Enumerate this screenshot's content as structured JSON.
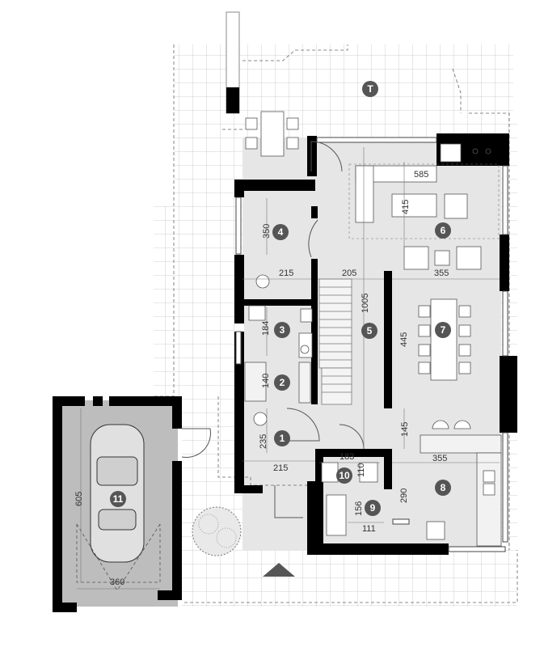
{
  "rooms": [
    {
      "id": "1",
      "label": "1"
    },
    {
      "id": "2",
      "label": "2"
    },
    {
      "id": "3",
      "label": "3"
    },
    {
      "id": "4",
      "label": "4"
    },
    {
      "id": "5",
      "label": "5"
    },
    {
      "id": "6",
      "label": "6"
    },
    {
      "id": "7",
      "label": "7"
    },
    {
      "id": "8",
      "label": "8"
    },
    {
      "id": "9",
      "label": "9"
    },
    {
      "id": "10",
      "label": "10"
    },
    {
      "id": "11",
      "label": "11"
    },
    {
      "id": "T",
      "label": "T"
    }
  ],
  "dimensions": {
    "d585": "585",
    "d415": "415",
    "d350": "350",
    "d215_top": "215",
    "d205": "205",
    "d355_top": "355",
    "d1005": "1005",
    "d445": "445",
    "d184": "184",
    "d140": "140",
    "d145": "145",
    "d235": "235",
    "d215_bottom": "215",
    "d183": "183",
    "d110": "110",
    "d355_bottom": "355",
    "d290": "290",
    "d156": "156",
    "d111": "111",
    "d605": "605",
    "d360": "360"
  },
  "colors": {
    "wall": "#000000",
    "floor": "#e6e6e6",
    "garage_floor": "#bdbdbd",
    "paving": "#ffffff",
    "grid_line": "#bfbfbf",
    "marker": "#555555"
  }
}
